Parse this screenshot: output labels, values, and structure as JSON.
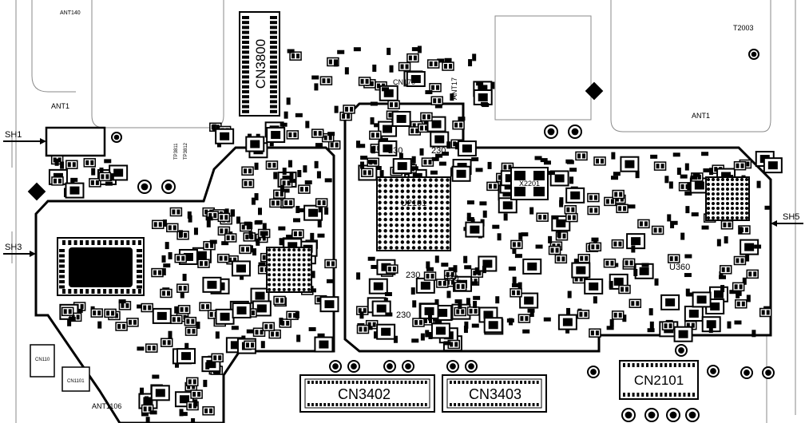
{
  "callouts": {
    "sh1": "SH1",
    "sh3": "SH3",
    "sh5": "SH5"
  },
  "connectors": {
    "cn3800": "CN3800",
    "cn3402": "CN3402",
    "cn3403": "CN3403",
    "cn2101": "CN2101",
    "cn1701": "CN170",
    "cn1101": "CN1101",
    "cn1102": "CN110"
  },
  "components": {
    "u2101": "U2101",
    "x2201": "X2201",
    "u3601": "U360",
    "u230_a": "230",
    "u230_b": "230",
    "u230_c": "230",
    "u230_d": "230",
    "u230_e": "230"
  },
  "antennas": {
    "ant_top_left": "ANT140",
    "ant_left_mid": "ANT1",
    "ant_mid": "ANT17",
    "ant_right": "ANT1",
    "ant_bottom": "ANT1106",
    "ant_top_right": "T2003"
  },
  "testpoints": {
    "tp3811": "TP3811",
    "tp3812": "TP3812"
  },
  "colors": {
    "ink": "#000000",
    "paper": "#ffffff",
    "outline": "#8a8a8a"
  }
}
